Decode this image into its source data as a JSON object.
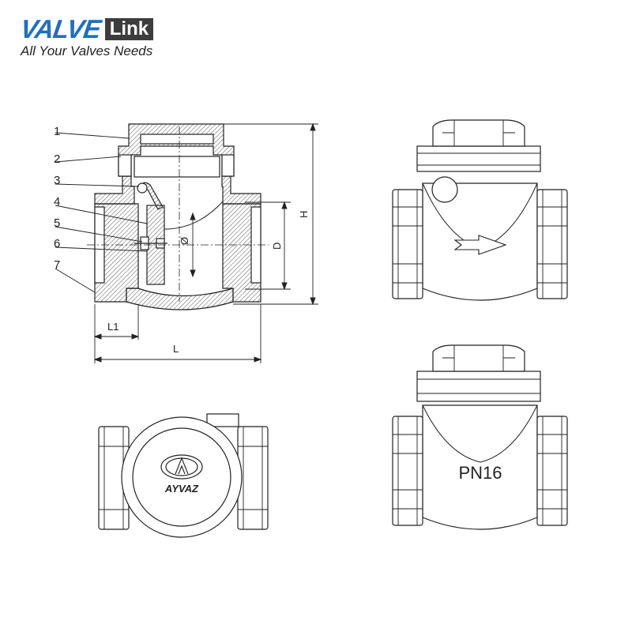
{
  "brand": {
    "name": "VALVE",
    "suffix": "Link",
    "tagline": "All Your Valves Needs",
    "primary_color": "#1e6fc4",
    "box_color": "#3d3d3d"
  },
  "section": {
    "part_numbers": [
      "1",
      "2",
      "3",
      "4",
      "5",
      "6",
      "7"
    ],
    "dimensions": {
      "diameter": "Ø",
      "D": "D",
      "H": "H",
      "L1": "L1",
      "L": "L"
    }
  },
  "end_view": {
    "logo_text": "AYVAZ"
  },
  "front_view": {
    "rating_text": "PN16"
  }
}
